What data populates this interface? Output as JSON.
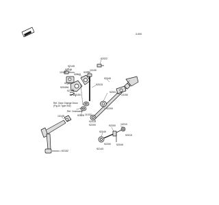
{
  "diagram": {
    "figure_number": "3-000",
    "colors": {
      "ink": "#1a1a1a",
      "part_fill": "#dcdcdc",
      "accent": "#3fa36a"
    },
    "labels": {
      "p92145": "92145",
      "p92049": "92049",
      "p13160": "13160",
      "p92015a": "92015",
      "p92026a": "92026",
      "p13130": "13130",
      "p92152": "92152",
      "p92049a": "92049A",
      "p92143": "92143",
      "p13150": "13150",
      "p92049b": "92049",
      "p92015b": "92015",
      "p11032": "11032",
      "p92200a": "92200",
      "p13150b": "13150",
      "p92026b": "92026",
      "p132100": "13210",
      "p92022": "92022",
      "p92001": "92001",
      "p92015c": "92015",
      "p92200b": "92200",
      "p13145": "13145",
      "p92200c": "92200",
      "p92049c": "92049",
      "p92152b": "92152",
      "p92200d": "92200",
      "p92049d": "92049",
      "p92015d": "92015",
      "p92143b": "92143"
    },
    "refs": {
      "gear_change_drum": [
        "Ref. Gear Change Drum",
        "(Fig.10 Type SW)"
      ],
      "crankcase": "Ref. Crankcase"
    }
  }
}
